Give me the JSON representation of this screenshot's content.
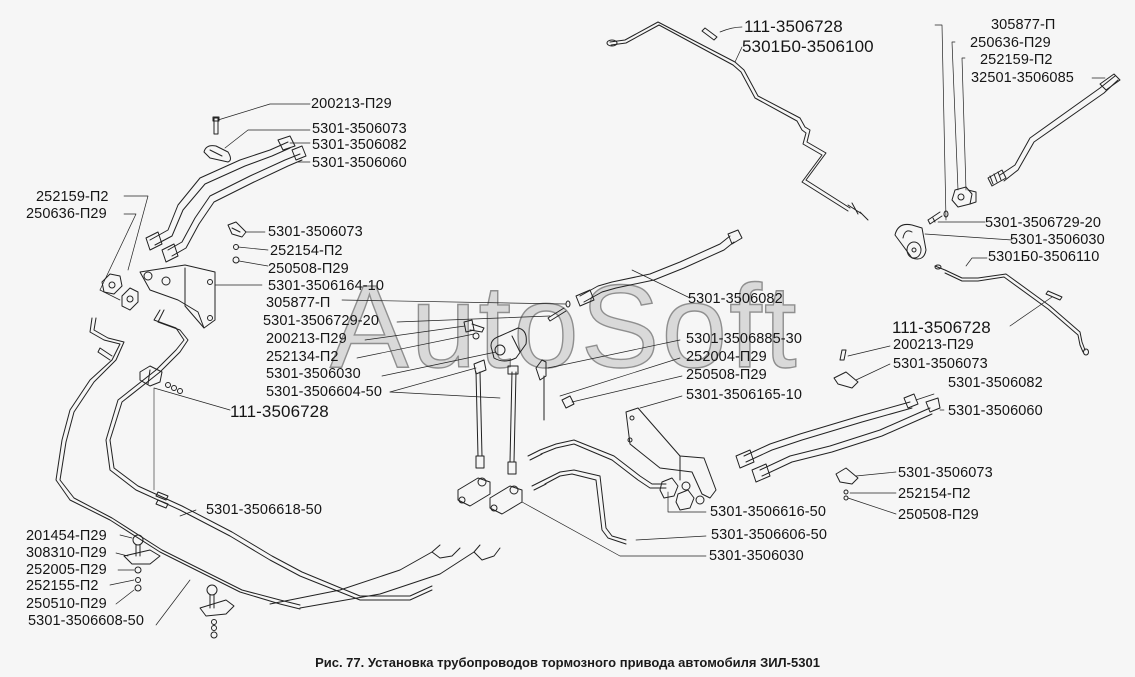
{
  "figure": {
    "caption": "Рис. 77. Установка трубопроводов тормозного привода автомобиля ЗИЛ-5301",
    "watermark": "AutoSoft",
    "colors": {
      "background": "#f6f6f6",
      "line": "#222222",
      "text": "#151515",
      "watermark": "#9a9a9a"
    }
  },
  "labels": {
    "top_center": [
      "111-3506728",
      "5301Б0-3506100"
    ],
    "top_right": [
      "305877-П",
      "250636-П29",
      "252159-П2",
      "32501-3506085"
    ],
    "top_left_hoses": [
      "200213-П29",
      "5301-3506073",
      "5301-3506082",
      "5301-3506060"
    ],
    "left_nuts": [
      "252159-П2",
      "250636-П29"
    ],
    "left_bracket": [
      "5301-3506073",
      "252154-П2",
      "250508-П29",
      "5301-3506164-10"
    ],
    "center_left": [
      "305877-П",
      "5301-3506729-20",
      "200213-П29",
      "252134-П2",
      "5301-3506030",
      "5301-3506604-50"
    ],
    "center_hose": "5301-3506082",
    "center_right": [
      "5301-3506885-30",
      "252004-П29",
      "250508-П29",
      "5301-3506165-10"
    ],
    "right_upper": [
      "5301-3506729-20",
      "5301-3506030",
      "5301Б0-3506110"
    ],
    "right_mid": [
      "111-3506728",
      "200213-П29",
      "5301-3506073",
      "5301-3506082",
      "5301-3506060"
    ],
    "right_lower": [
      "5301-3506073",
      "252154-П2",
      "250508-П29"
    ],
    "bottom_center": [
      "5301-3506616-50",
      "5301-3506606-50",
      "5301-3506030"
    ],
    "left_clip": "111-3506728",
    "long_pipe": "5301-3506618-50",
    "bottom_left": [
      "201454-П29",
      "308310-П29",
      "252005-П29",
      "252155-П2",
      "250510-П29",
      "5301-3506608-50"
    ]
  }
}
